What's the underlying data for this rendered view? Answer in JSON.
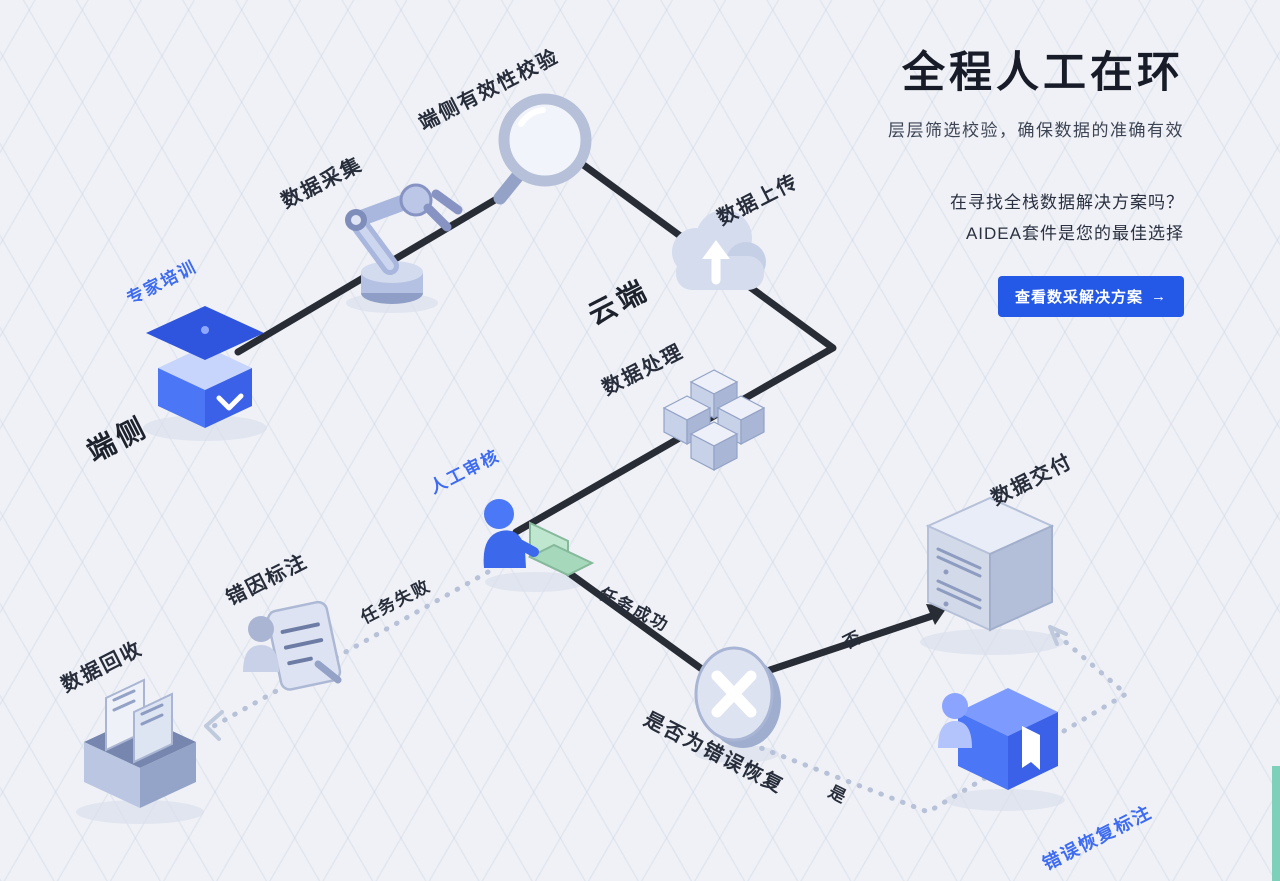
{
  "panel": {
    "title": "全程人工在环",
    "subtitle": "层层筛选校验，确保数据的准确有效",
    "promo_line1": "在寻找全栈数据解决方案吗？",
    "promo_line2": "AIDEA套件是您的最佳选择",
    "cta_label": "查看数采解决方案",
    "cta_arrow": "→"
  },
  "diagram": {
    "labels": {
      "expert_training": "专家培训",
      "edge_side": "端侧",
      "data_collection": "数据采集",
      "edge_validation": "端侧有效性校验",
      "data_upload": "数据上传",
      "cloud": "云端",
      "data_processing": "数据处理",
      "manual_review": "人工审核",
      "task_failed": "任务失败",
      "task_success": "任务成功",
      "error_cause_annotation": "错因标注",
      "data_recycle": "数据回收",
      "data_delivery": "数据交付",
      "decision_question": "是否为错误恢复",
      "branch_no": "否",
      "branch_yes": "是",
      "error_recovery_annotation": "错误恢复标注"
    },
    "icons": [
      "graduation-podium-icon",
      "robot-arm-icon",
      "magnifier-icon",
      "upload-cloud-icon",
      "cube-cluster-icon",
      "reviewer-laptop-icon",
      "error-doc-person-icon",
      "recycle-box-icon",
      "server-icon",
      "decision-x-icon",
      "bookmark-person-icon"
    ]
  },
  "colors": {
    "accent_blue": "#2458e6",
    "label_blue": "#3d6bf2",
    "flow_line": "#272c35",
    "dotted_line": "#b7c2d8",
    "edge_accent_teal": "#7fd0bb",
    "title_text": "#171c28"
  }
}
